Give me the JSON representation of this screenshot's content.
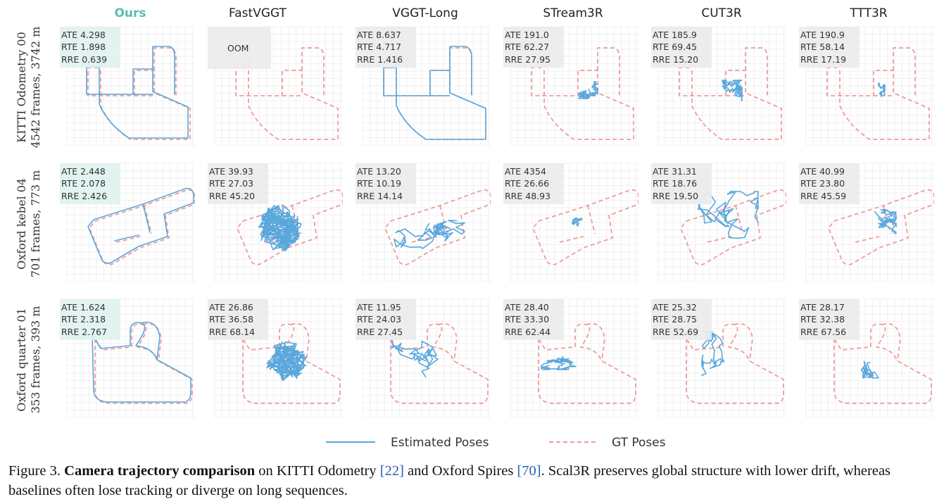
{
  "columns": [
    "Ours",
    "FastVGGT",
    "VGGT-Long",
    "STream3R",
    "CUT3R",
    "TTT3R"
  ],
  "rows": [
    {
      "label_line1": "KITTI Odometry 00",
      "label_line2": "4542 frames, 3742 m",
      "metrics": [
        {
          "ATE": "4.298",
          "RTE": "1.898",
          "RRE": "0.639"
        },
        {
          "OOM": "OOM"
        },
        {
          "ATE": "8.637",
          "RTE": "4.717",
          "RRE": "1.416"
        },
        {
          "ATE": "191.0",
          "RTE": "62.27",
          "RRE": "27.95"
        },
        {
          "ATE": "185.9",
          "RTE": "69.45",
          "RRE": "15.20"
        },
        {
          "ATE": "190.9",
          "RTE": "58.14",
          "RRE": "17.19"
        }
      ]
    },
    {
      "label_line1": "Oxford kebel 04",
      "label_line2": "701 frames, 773 m",
      "metrics": [
        {
          "ATE": "2.448",
          "RTE": "2.078",
          "RRE": "2.426"
        },
        {
          "ATE": "39.93",
          "RTE": "27.03",
          "RRE": "45.20"
        },
        {
          "ATE": "13.20",
          "RTE": "10.19",
          "RRE": "14.14"
        },
        {
          "ATE": "4354",
          "RTE": "26.66",
          "RRE": "48.93"
        },
        {
          "ATE": "31.31",
          "RTE": "18.76",
          "RRE": "19.50"
        },
        {
          "ATE": "40.99",
          "RTE": "23.80",
          "RRE": "45.59"
        }
      ]
    },
    {
      "label_line1": "Oxford quarter 01",
      "label_line2": "353 frames, 393 m",
      "metrics": [
        {
          "ATE": "1.624",
          "RTE": "2.318",
          "RRE": "2.767"
        },
        {
          "ATE": "26.86",
          "RTE": "36.58",
          "RRE": "68.14"
        },
        {
          "ATE": "11.95",
          "RTE": "24.03",
          "RRE": "27.45"
        },
        {
          "ATE": "28.40",
          "RTE": "33.30",
          "RRE": "62.44"
        },
        {
          "ATE": "25.32",
          "RTE": "28.75",
          "RRE": "52.69"
        },
        {
          "ATE": "28.17",
          "RTE": "32.38",
          "RRE": "67.56"
        }
      ]
    }
  ],
  "metric_labels": {
    "ate": "ATE",
    "rte": "RTE",
    "rre": "RRE"
  },
  "legend": {
    "estimated": "Estimated Poses",
    "gt": "GT Poses"
  },
  "colors": {
    "estimated": "#5aa7dc",
    "gt": "#ef9b9b",
    "ours_header": "#5bbdb0",
    "ours_box": "#dff2ef",
    "other_box": "#ebebeb",
    "grid": "#ececec"
  },
  "caption": {
    "label": "Figure 3.",
    "bold": "Camera trajectory comparison",
    "part1": "on KITTI Odometry",
    "ref1": "[22]",
    "part2": "and Oxford Spires",
    "ref2": "[70]",
    "part3": ". Scal3R preserves global structure with lower drift, whereas baselines often lose tracking or diverge on long sequences."
  }
}
